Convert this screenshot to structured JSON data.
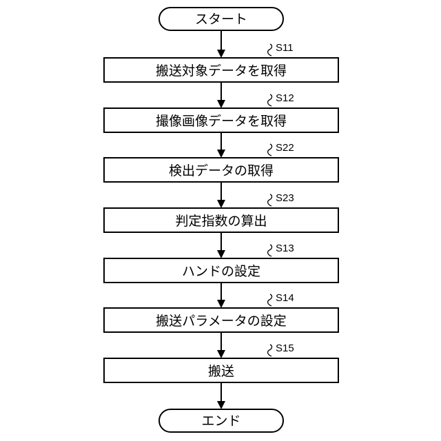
{
  "start": {
    "label": "スタート"
  },
  "end": {
    "label": "エンド"
  },
  "steps": [
    {
      "id": "S11",
      "text": "搬送対象データを取得"
    },
    {
      "id": "S12",
      "text": "撮像画像データを取得"
    },
    {
      "id": "S22",
      "text": "検出データの取得"
    },
    {
      "id": "S23",
      "text": "判定指数の算出"
    },
    {
      "id": "S13",
      "text": "ハンドの設定"
    },
    {
      "id": "S14",
      "text": "搬送パラメータの設定"
    },
    {
      "id": "S15",
      "text": "搬送"
    }
  ]
}
